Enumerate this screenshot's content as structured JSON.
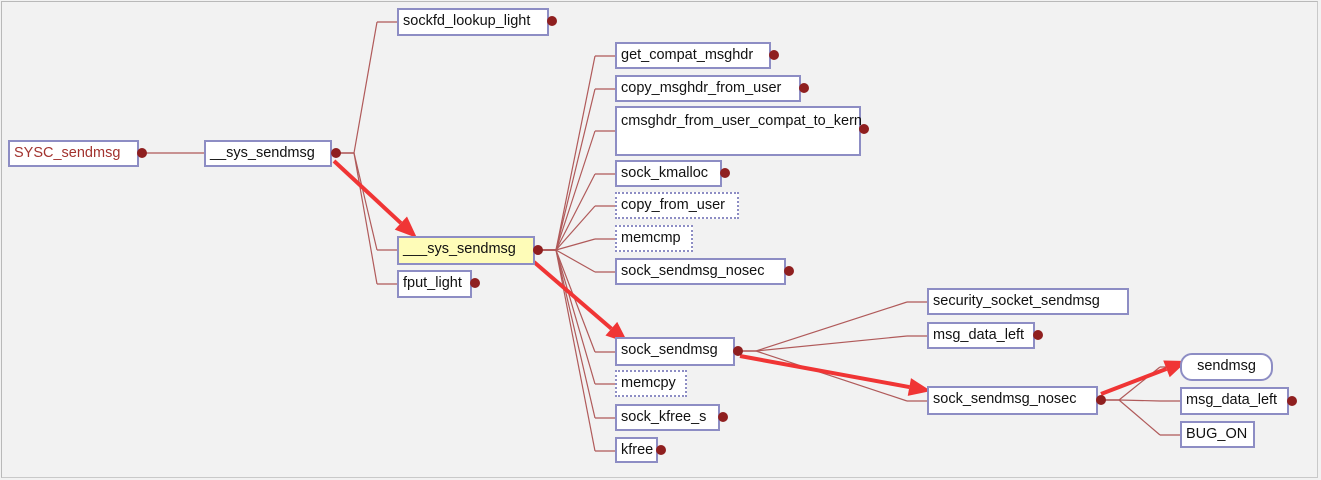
{
  "diagram": {
    "nodes": {
      "sysc_sendmsg": "SYSC_sendmsg",
      "sys_sendmsg": "__sys_sendmsg",
      "sockfd_lookup_light": "sockfd_lookup_light",
      "sys_sendmsg_inner": "___sys_sendmsg",
      "fput_light": "fput_light",
      "get_compat_msghdr": "get_compat_msghdr",
      "copy_msghdr_from_user": "copy_msghdr_from_user",
      "cmsghdr_from_user_compat_to_kern": "cmsghdr_from_user_compat_to_kern",
      "sock_kmalloc": "sock_kmalloc",
      "copy_from_user": "copy_from_user",
      "memcmp": "memcmp",
      "sock_sendmsg_nosec_1": "sock_sendmsg_nosec",
      "sock_sendmsg": "sock_sendmsg",
      "memcpy": "memcpy",
      "sock_kfree_s": "sock_kfree_s",
      "kfree": "kfree",
      "security_socket_sendmsg": "security_socket_sendmsg",
      "msg_data_left_1": "msg_data_left",
      "sock_sendmsg_nosec_2": "sock_sendmsg_nosec",
      "sendmsg": "sendmsg",
      "msg_data_left_2": "msg_data_left",
      "bug_on": "BUG_ON"
    },
    "colors": {
      "background": "#f2f2f2",
      "node_border": "#8d8dc4",
      "edge": "#b05a5a",
      "dot": "#8f1f1f",
      "root_text": "#a2332f",
      "highlight_fill": "#fefcb8",
      "arrow": "#f03535"
    }
  }
}
